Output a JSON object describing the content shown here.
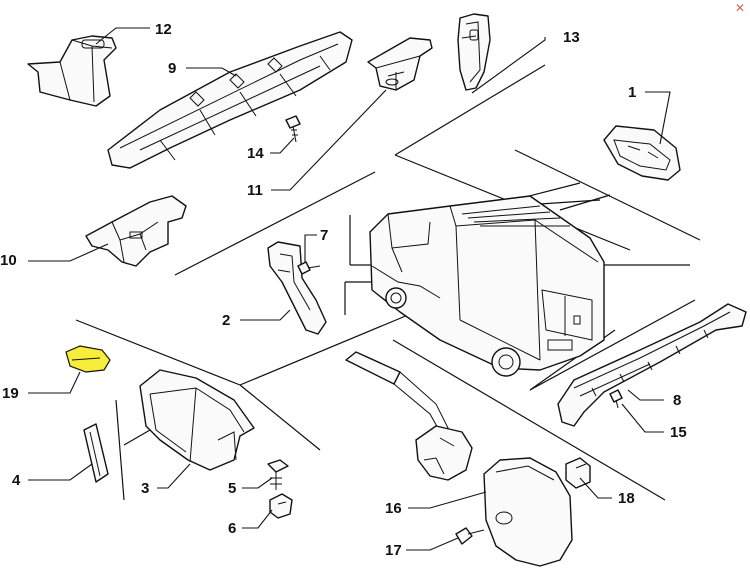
{
  "close_icon": "close-icon",
  "highlight_color": "#f6ee3a",
  "labels": {
    "p1": "1",
    "p2": "2",
    "p3": "3",
    "p4": "4",
    "p5": "5",
    "p6": "6",
    "p7": "7",
    "p8": "8",
    "p9": "9",
    "p10": "10",
    "p11": "11",
    "p12": "12",
    "p13": "13",
    "p14": "14",
    "p15": "15",
    "p16": "16",
    "p17": "17",
    "p18": "18",
    "p19": "19"
  }
}
